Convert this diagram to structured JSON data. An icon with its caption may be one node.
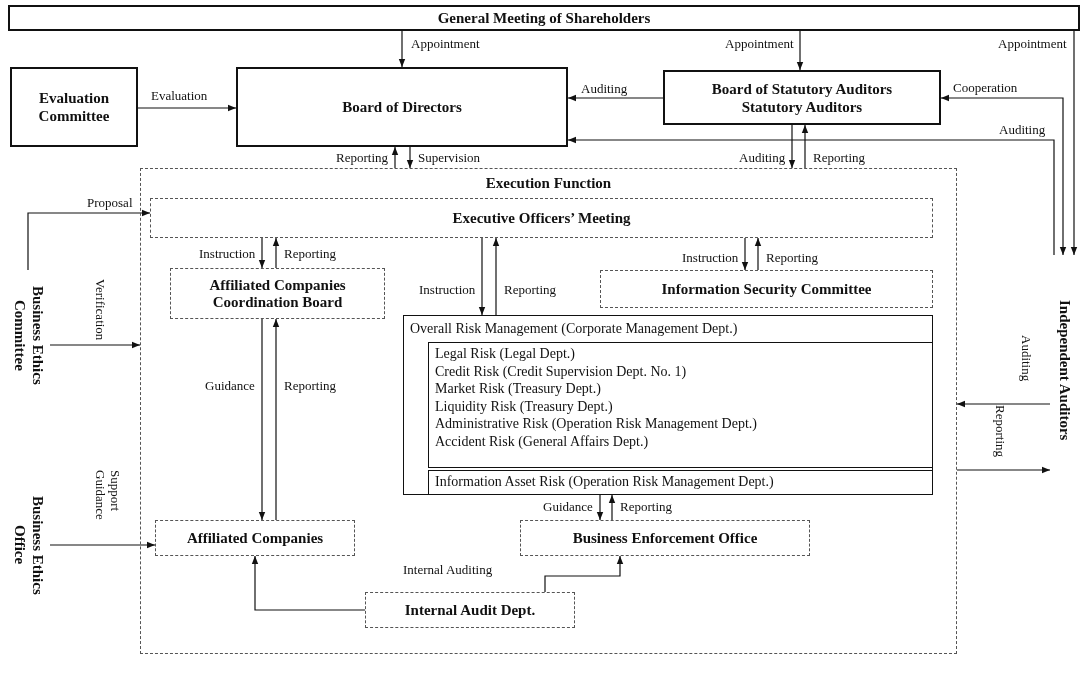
{
  "diagram": {
    "nodes": [
      {
        "text": [
          "General Meeting of Shareholders"
        ]
      },
      {
        "text": [
          "Evaluation Committee"
        ]
      },
      {
        "text": [
          "Board of Directors"
        ]
      },
      {
        "text": [
          "Board of Statutory Auditors",
          "Statutory Auditors"
        ]
      },
      {
        "text": [
          "Independent Auditors"
        ]
      },
      {
        "text": [
          "Execution Function"
        ]
      },
      {
        "text": [
          "Executive Officers’ Meeting"
        ],
        "in": 5
      },
      {
        "text": [
          "Affiliated Companies Coordination Board"
        ],
        "in": 5
      },
      {
        "text": [
          "Information Security Committee"
        ],
        "in": 5
      },
      {
        "text": [
          "Overall Risk Management (Corporate Management Dept.)"
        ],
        "in": 5
      },
      {
        "text": [
          "Legal Risk (Legal Dept.)",
          "Credit Risk (Credit Supervision Dept. No. 1)",
          "Market Risk (Treasury Dept.)",
          "Liquidity Risk (Treasury Dept.)",
          "Administrative Risk (Operation Risk Management Dept.)",
          "Accident Risk (General Affairs Dept.)"
        ],
        "in": 9
      },
      {
        "text": [
          "Information Asset Risk (Operation Risk Management Dept.)"
        ],
        "in": 9
      },
      {
        "text": [
          "Affiliated Companies"
        ],
        "in": 5
      },
      {
        "text": [
          "Business Enforcement Office"
        ],
        "in": 5
      },
      {
        "text": [
          "Internal Audit Dept."
        ],
        "in": 5
      },
      {
        "text": [
          "Business Ethics Committee"
        ]
      },
      {
        "text": [
          "Business Ethics Office"
        ]
      }
    ],
    "edges": [
      {
        "from": 0,
        "to": 2,
        "arrow": "to",
        "label": "Appointment"
      },
      {
        "from": 0,
        "to": 3,
        "arrow": "to",
        "label": "Appointment"
      },
      {
        "from": 0,
        "to": 4,
        "arrow": "to",
        "label": "Appointment"
      },
      {
        "from": 1,
        "to": 2,
        "arrow": "to",
        "label": "Evaluation"
      },
      {
        "from": 3,
        "to": 2,
        "arrow": "to",
        "label": "Auditing"
      },
      {
        "from": 3,
        "to": 4,
        "arrow": "both",
        "label": "Cooperation"
      },
      {
        "from": 4,
        "to": 2,
        "arrow": "to",
        "label": "Auditing"
      },
      {
        "from": 5,
        "to": 2,
        "arrow": "to",
        "label": "Reporting"
      },
      {
        "from": 2,
        "to": 5,
        "arrow": "to",
        "label": "Supervision"
      },
      {
        "from": 3,
        "to": 5,
        "arrow": "to",
        "label": "Auditing"
      },
      {
        "from": 5,
        "to": 3,
        "arrow": "to",
        "label": "Reporting"
      },
      {
        "from": 15,
        "to": 6,
        "arrow": "to",
        "label": "Proposal"
      },
      {
        "from": 15,
        "to": 5,
        "arrow": "to",
        "label": "Verification"
      },
      {
        "from": 6,
        "to": 7,
        "arrow": "to",
        "label": "Instruction"
      },
      {
        "from": 7,
        "to": 6,
        "arrow": "to",
        "label": "Reporting"
      },
      {
        "from": 6,
        "to": 8,
        "arrow": "to",
        "label": "Instruction"
      },
      {
        "from": 8,
        "to": 6,
        "arrow": "to",
        "label": "Reporting"
      },
      {
        "from": 6,
        "to": 9,
        "arrow": "to",
        "label": "Instruction"
      },
      {
        "from": 9,
        "to": 6,
        "arrow": "to",
        "label": "Reporting"
      },
      {
        "from": 7,
        "to": 12,
        "arrow": "to",
        "label": "Guidance"
      },
      {
        "from": 12,
        "to": 7,
        "arrow": "to",
        "label": "Reporting"
      },
      {
        "from": 9,
        "to": 13,
        "arrow": "to",
        "label": "Guidance"
      },
      {
        "from": 13,
        "to": 9,
        "arrow": "to",
        "label": "Reporting"
      },
      {
        "from": 16,
        "to": 12,
        "arrow": "to",
        "label": "Support Guidance"
      },
      {
        "from": 14,
        "to": 12,
        "arrow": "to"
      },
      {
        "from": 14,
        "to": 13,
        "arrow": "to",
        "label": "Internal Auditing"
      },
      {
        "from": 4,
        "to": 5,
        "arrow": "to",
        "label": "Auditing"
      },
      {
        "from": 5,
        "to": 4,
        "arrow": "to",
        "label": "Reporting"
      }
    ]
  }
}
